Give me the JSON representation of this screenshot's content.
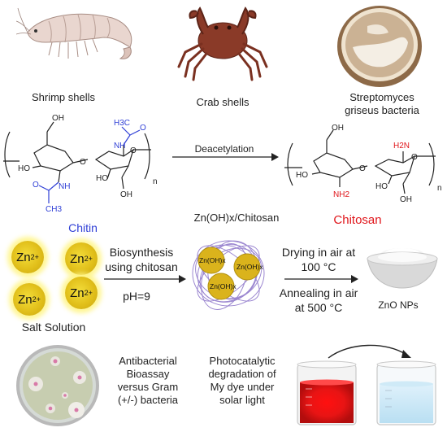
{
  "sources": {
    "shrimp": "Shrimp shells",
    "crab": "Crab shells",
    "bacteria_line1": "Streptomyces",
    "bacteria_line2": "griseus bacteria"
  },
  "reaction": {
    "arrow_label": "Deacetylation",
    "chitin_label": "Chitin",
    "chitosan_label": "Chitosan",
    "n": "n",
    "oh": "OH",
    "ho": "HO",
    "o": "O",
    "nh": "NH",
    "h3c": "H3C",
    "ch3": "CH3",
    "nh2": "NH2",
    "h2n": "H2N"
  },
  "synthesis": {
    "complex_label": "Zn(OH)x/Chitosan",
    "ion": "Zn",
    "ion_charge": "2+",
    "salt_label": "Salt Solution",
    "arrow1_top_line1": "Biosynthesis",
    "arrow1_top_line2": "using chitosan",
    "arrow1_bottom": "pH=9",
    "particle_label": "Zn(OH)x",
    "arrow2_top_line1": "Drying in air at",
    "arrow2_top_line2": "100 °C",
    "arrow2_bottom_line1": "Annealing in air",
    "arrow2_bottom_line2": "at 500 °C",
    "product_label": "ZnO NPs"
  },
  "applications": {
    "antibacterial_line1": "Antibacterial",
    "antibacterial_line2": "Bioassay",
    "antibacterial_line3": "versus Gram",
    "antibacterial_line4": "(+/-) bacteria",
    "photo_line1": "Photocatalytic",
    "photo_line2": "degradation of",
    "photo_line3": "My dye under",
    "photo_line4": "solar light"
  },
  "colors": {
    "chitin_blue": "#2f3fd6",
    "chitosan_red": "#e0161b",
    "zinc_gold": "#e1bf1a",
    "text_dark": "#222222"
  },
  "icons": [
    "shrimp-icon",
    "crab-icon",
    "petri-dish-icon",
    "zinc-ion-icon",
    "nanoparticle-cluster-icon",
    "bowl-icon",
    "bacteria-plate-icon",
    "beaker-red-icon",
    "beaker-clear-icon"
  ]
}
